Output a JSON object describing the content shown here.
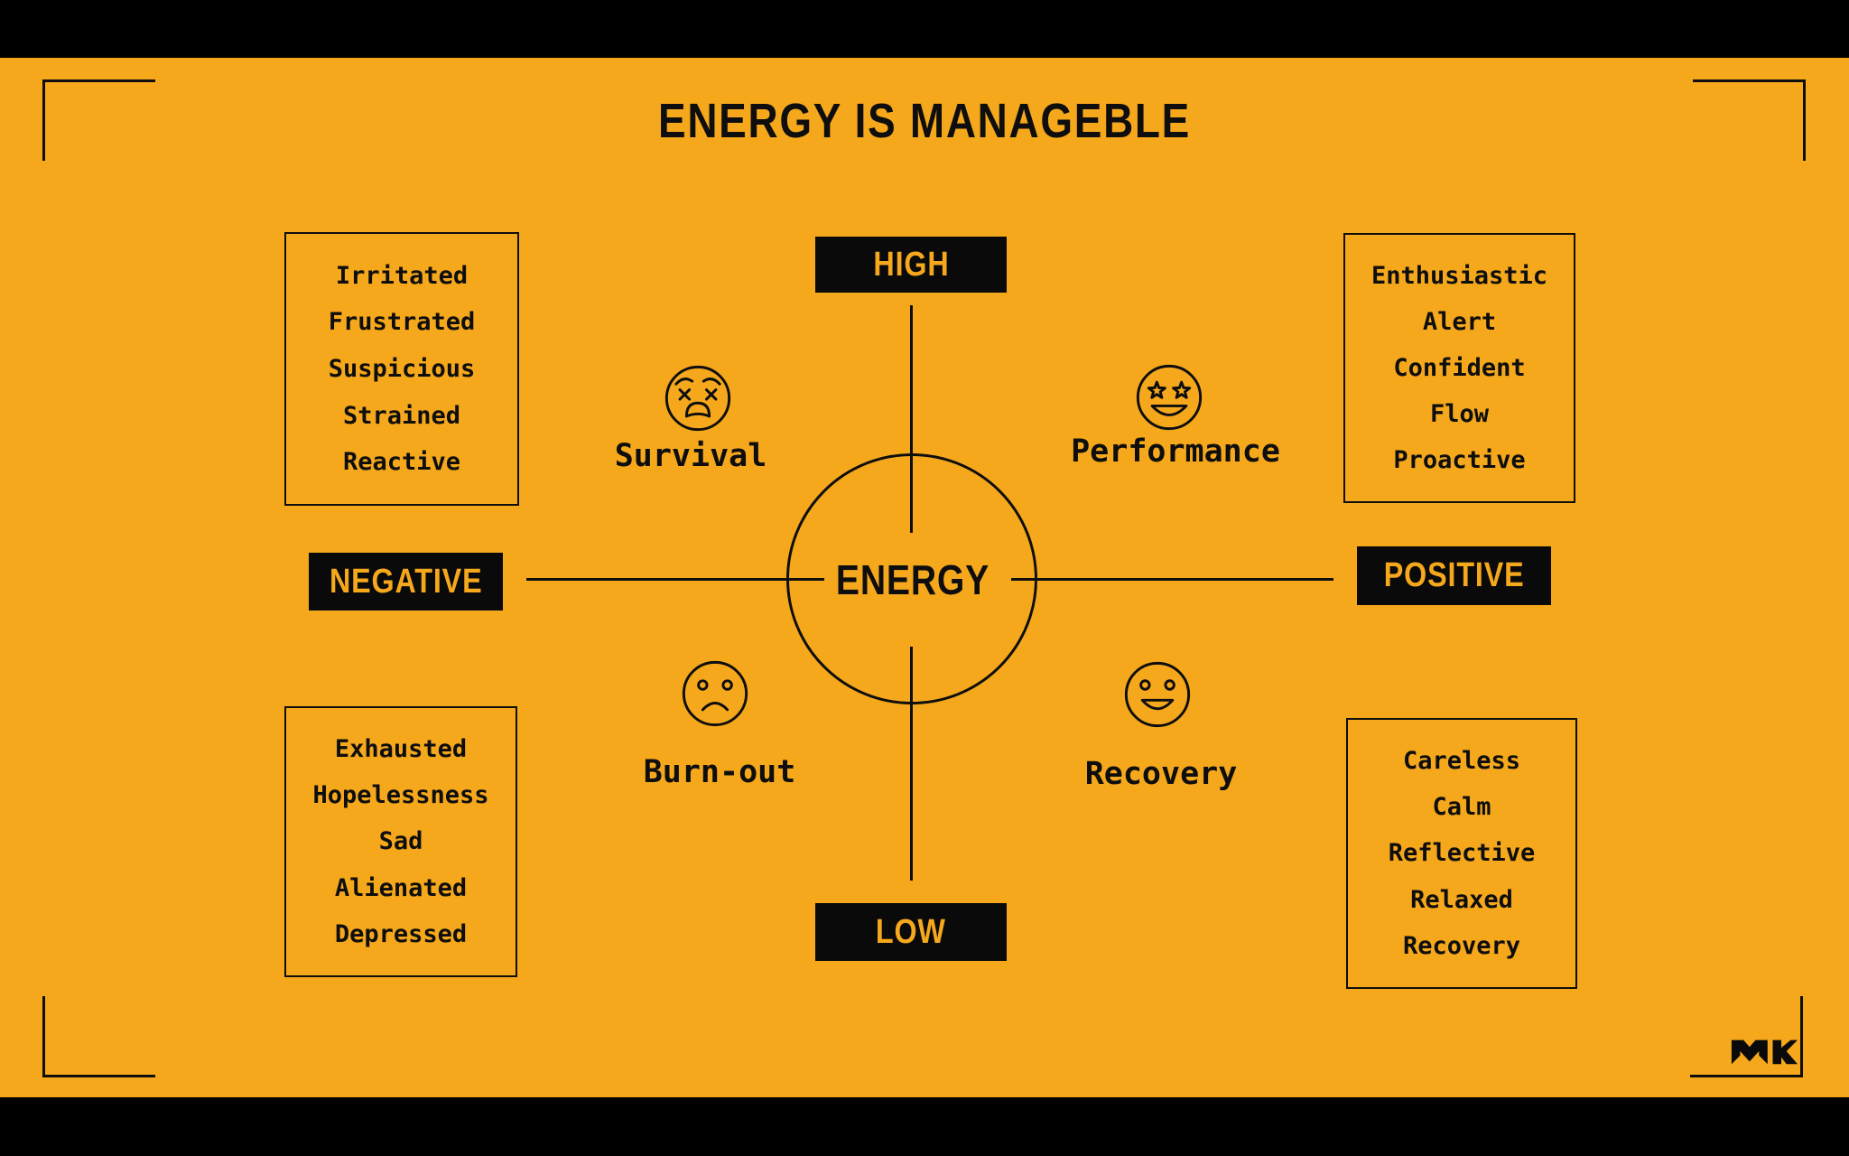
{
  "title": "ENERGY IS MANAGEBLE",
  "colors": {
    "background": "#F6A81C",
    "ink": "#0E0E0E",
    "letterbox": "#000000"
  },
  "center_label": "ENERGY",
  "axis": {
    "top": "HIGH",
    "bottom": "LOW",
    "left": "NEGATIVE",
    "right": "POSITIVE"
  },
  "quadrants": [
    {
      "label": "Survival",
      "icon": "confounded-face",
      "words": [
        "Irritated",
        "Frustrated",
        "Suspicious",
        "Strained",
        "Reactive"
      ]
    },
    {
      "label": "Performance",
      "icon": "star-struck-face",
      "words": [
        "Enthusiastic",
        "Alert",
        "Confident",
        "Flow",
        "Proactive"
      ]
    },
    {
      "label": "Burn-out",
      "icon": "frowning-face",
      "words": [
        "Exhausted",
        "Hopelessness",
        "Sad",
        "Alienated",
        "Depressed"
      ]
    },
    {
      "label": "Recovery",
      "icon": "smiling-face",
      "words": [
        "Careless",
        "Calm",
        "Reflective",
        "Relaxed",
        "Recovery"
      ]
    }
  ],
  "logo_text": "MK"
}
